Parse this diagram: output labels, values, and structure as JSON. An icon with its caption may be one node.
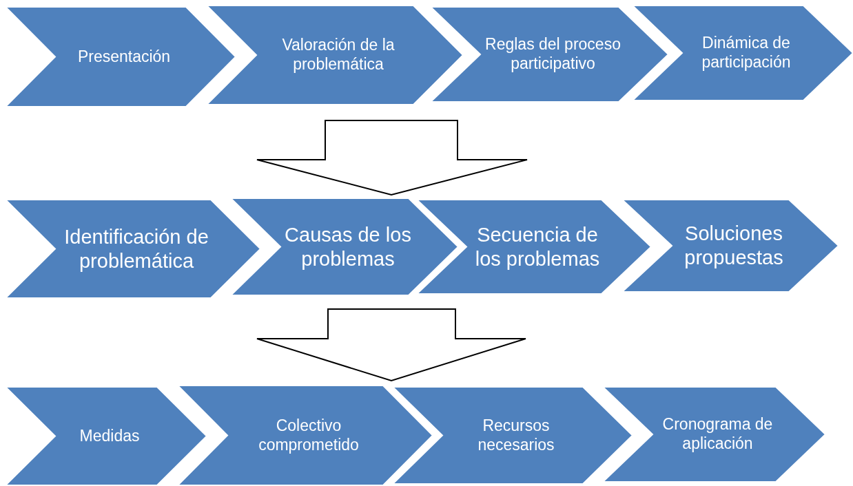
{
  "diagram": {
    "nodes": [
      {
        "text": [
          "Presentación"
        ]
      },
      {
        "text": [
          "Valoración de la problemática"
        ]
      },
      {
        "text": [
          "Reglas del proceso participativo"
        ]
      },
      {
        "text": [
          "Dinámica de participación"
        ]
      },
      {
        "text": [
          "Identificación de problemática"
        ]
      },
      {
        "text": [
          "Causas de los problemas"
        ]
      },
      {
        "text": [
          "Secuencia de los problemas"
        ]
      },
      {
        "text": [
          "Soluciones propuestas"
        ]
      },
      {
        "text": [
          "Medidas"
        ]
      },
      {
        "text": [
          "Colectivo comprometido"
        ]
      },
      {
        "text": [
          "Recursos necesarios"
        ]
      },
      {
        "text": [
          "Cronograma de aplicación"
        ]
      }
    ],
    "edges": [
      {
        "from": 1,
        "to": 5,
        "arrow": "to",
        "style": "thick"
      },
      {
        "from": 5,
        "to": 9,
        "arrow": "to",
        "style": "thick"
      }
    ]
  }
}
